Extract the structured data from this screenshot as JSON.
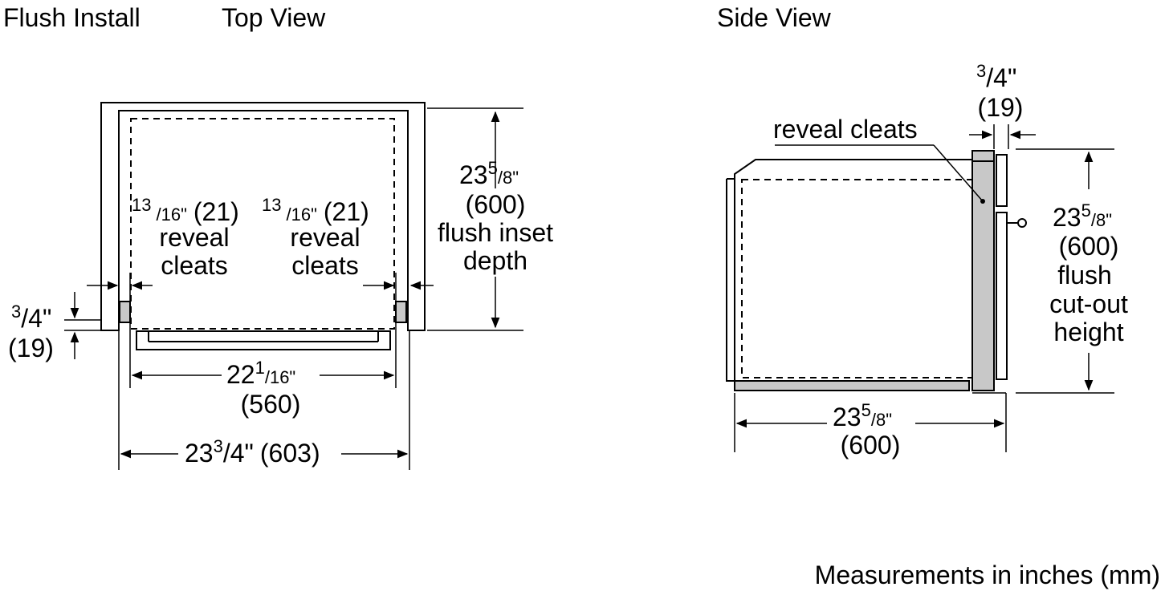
{
  "headings": {
    "flush_install": "Flush Install",
    "top_view": "Top View",
    "side_view": "Side View",
    "measurements_note": "Measurements in inches (mm)"
  },
  "top_view": {
    "cleat_left": {
      "frac_num": "13",
      "frac_den": "/16\"",
      "mm": "(21)",
      "line1": "reveal",
      "line2": "cleats"
    },
    "cleat_right": {
      "frac_num": "13",
      "frac_den": "/16\"",
      "mm": "(21)",
      "line1": "reveal",
      "line2": "cleats"
    },
    "depth": {
      "whole": "23",
      "frac_num": "5",
      "frac_den": "/8\"",
      "mm": "(600)",
      "line1": "flush inset",
      "line2": "depth"
    },
    "gap": {
      "frac_num": "3",
      "frac_den": "/4\"",
      "mm": "(19)"
    },
    "inner_width": {
      "whole": "22",
      "frac_num": "1",
      "frac_den": "/16\"",
      "mm": "(560)"
    },
    "outer_width": {
      "whole": "23",
      "frac_num": "3",
      "frac_den": "/4\"",
      "mm": "(603)"
    }
  },
  "side_view": {
    "reveal_label": "reveal cleats",
    "gap": {
      "frac_num": "3",
      "frac_den": "/4\"",
      "mm": "(19)"
    },
    "height": {
      "whole": "23",
      "frac_num": "5",
      "frac_den": "/8\"",
      "mm": "(600)",
      "line1": "flush",
      "line2": "cut-out",
      "line3": "height"
    },
    "depth": {
      "whole": "23",
      "frac_num": "5",
      "frac_den": "/8\"",
      "mm": "(600)"
    }
  }
}
